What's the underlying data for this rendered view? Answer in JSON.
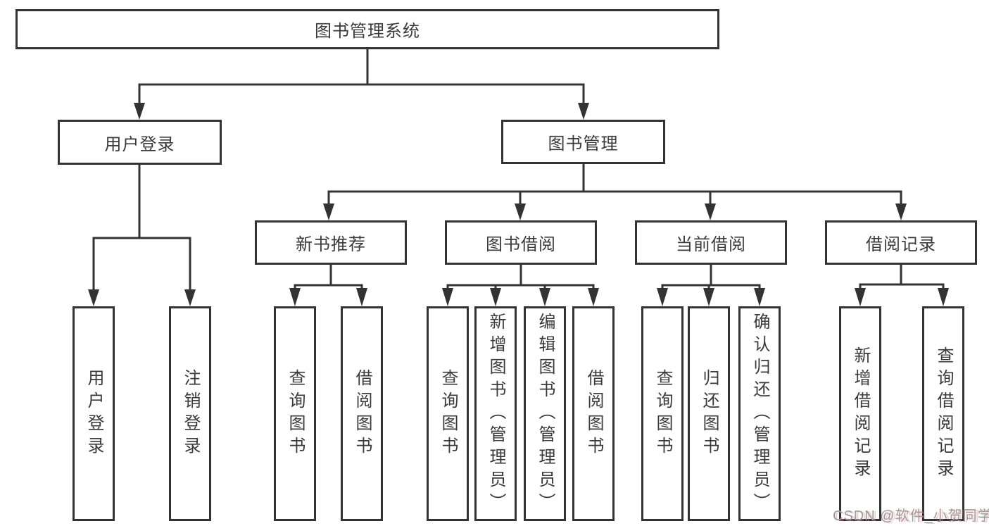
{
  "title": "图书管理系统",
  "tree": {
    "root": "图书管理系统",
    "branches": [
      {
        "label": "用户登录",
        "children": [
          "用户登录",
          "注销登录"
        ]
      },
      {
        "label": "图书管理",
        "children": [
          {
            "label": "新书推荐",
            "children": [
              "查询图书",
              "借阅图书"
            ]
          },
          {
            "label": "图书借阅",
            "children": [
              "查询图书",
              "新增图书（管理员）",
              "编辑图书（管理员）",
              "借阅图书"
            ]
          },
          {
            "label": "当前借阅",
            "children": [
              "查询图书",
              "归还图书",
              "确认归还（管理员）"
            ]
          },
          {
            "label": "借阅记录",
            "children": [
              "新增借阅记录",
              "查询借阅记录"
            ]
          }
        ]
      }
    ]
  },
  "watermark": "CSDN @软件_小贺同学",
  "colors": {
    "line": "#333333",
    "text": "#3a3a3a",
    "background": "#ffffff",
    "watermark": "#9c9c9c",
    "watermark_ghost": "#e88c8c"
  }
}
